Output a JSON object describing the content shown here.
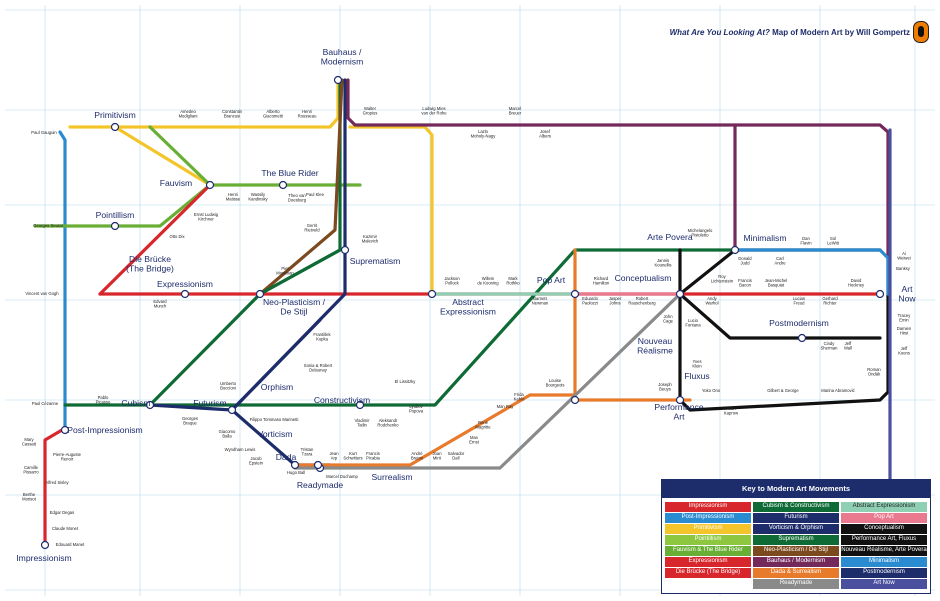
{
  "title": {
    "italic": "What Are You Looking At?",
    "rest": " Map of Modern Art by Will Gompertz"
  },
  "colors": {
    "impressionism": "#d7262c",
    "post_impressionism": "#2a8bd0",
    "primitivism": "#f4c52a",
    "pointillism": "#8dc63f",
    "fauvism": "#6aaf35",
    "expressionism": "#d7262c",
    "bruecke": "#d7262c",
    "cubism": "#0f6b35",
    "futurism": "#1d2c6b",
    "vorticism": "#1d2c6b",
    "suprematism": "#0f6b35",
    "neoplasticism": "#7b4a1e",
    "bauhaus": "#732a5a",
    "dada": "#e87a2c",
    "readymade": "#8a8a8a",
    "abstract_expressionism": "#8fcfb4",
    "pop_art": "#e8798f",
    "conceptualism": "#111111",
    "minimalism": "#2a8bd0",
    "postmodernism": "#1d2c6b",
    "art_now": "#4a4f9e"
  },
  "movements": [
    {
      "key": "bauhaus",
      "label": "Bauhaus /\nModernism"
    },
    {
      "key": "primitivism",
      "label": "Primitivism"
    },
    {
      "key": "blue_rider",
      "label": "The Blue Rider"
    },
    {
      "key": "fauvism",
      "label": "Fauvism"
    },
    {
      "key": "pointillism",
      "label": "Pointillism"
    },
    {
      "key": "bruecke",
      "label": "Die Brücke\n(The Bridge)"
    },
    {
      "key": "expressionism",
      "label": "Expressionism"
    },
    {
      "key": "neoplasticism",
      "label": "Neo-Plasticism /\nDe Stijl"
    },
    {
      "key": "suprematism",
      "label": "Suprematism"
    },
    {
      "key": "abstract_expressionism",
      "label": "Abstract\nExpressionism"
    },
    {
      "key": "pop_art",
      "label": "Pop Art"
    },
    {
      "key": "arte_povera",
      "label": "Arte Povera"
    },
    {
      "key": "minimalism",
      "label": "Minimalism"
    },
    {
      "key": "conceptualism",
      "label": "Conceptualism"
    },
    {
      "key": "art_now",
      "label": "Art\nNow"
    },
    {
      "key": "postmodernism",
      "label": "Postmodernism"
    },
    {
      "key": "nouveau_realisme",
      "label": "Nouveau\nRéalisme"
    },
    {
      "key": "fluxus",
      "label": "Fluxus"
    },
    {
      "key": "performance",
      "label": "Performance\nArt"
    },
    {
      "key": "orphism",
      "label": "Orphism"
    },
    {
      "key": "cubism",
      "label": "Cubism"
    },
    {
      "key": "futurism",
      "label": "Futurism"
    },
    {
      "key": "constructivism",
      "label": "Constructivism"
    },
    {
      "key": "vorticism",
      "label": "Vorticism"
    },
    {
      "key": "dada",
      "label": "Dada"
    },
    {
      "key": "readymade",
      "label": "Readymade"
    },
    {
      "key": "surrealism",
      "label": "Surrealism"
    },
    {
      "key": "post_impressionism",
      "label": "Post-Impressionism"
    },
    {
      "key": "impressionism",
      "label": "Impressionism"
    }
  ],
  "artists": [
    "Amedeo\nModigliani",
    "Constantin\nBrancusi",
    "Alberto\nGiacometti",
    "Henri\nRousseau",
    "Paul Gauguin",
    "Walter\nGropius",
    "Ludwig Mies\nvan der Rohe",
    "Marcel\nBreuer",
    "Lazlo\nMoholy-Nagy",
    "Josef\nAlbers",
    "Henri\nMatisse",
    "Wassily\nKandinsky",
    "Paul Klee",
    "Georges Seurat",
    "Ernst Ludwig\nKirchner",
    "Otto Dix",
    "Theo van\nDoesburg",
    "Gerrit\nRietveld",
    "Kazimir\nMalevich",
    "Piet\nMondrian",
    "Vincent van Gogh",
    "Edvard\nMunch",
    "Jackson\nPollock",
    "Willem\nde Kooning",
    "Mark\nRothko",
    "Barnett\nNewman",
    "Richard\nHamilton",
    "Eduardo\nPaolozzi",
    "Jasper\nJohns",
    "Robert\nRauschenberg",
    "Jannis\nKounellis",
    "Michelangelo\nPistoletto",
    "Donald\nJudd",
    "Carl\nAndre",
    "Dan\nFlavin",
    "Sol\nLeWitt",
    "Roy\nLichtenstein",
    "Andy\nWarhol",
    "Francis\nBacon",
    "Jean-Michel\nBasquiat",
    "Lucian\nFreud",
    "Gerhard\nRichter",
    "David\nHockney",
    "Ai\nWeiwei",
    "Banksy",
    "Tracey\nEmin",
    "Damien\nHirst",
    "Jeff\nKoons",
    "John\nCage",
    "Lucio\nFontana",
    "Yves\nKlein",
    "Joseph\nBeuys",
    "Cindy\nSherman",
    "Jeff\nWall",
    "Roman\nOndák",
    "Yoko Ono",
    "Allan\nKaprow",
    "Gilbert & George",
    "Marina Abramović",
    "Louise\nBourgeois",
    "Frida\nKahlo",
    "Man Ray",
    "René\nMagritte",
    "Max\nErnst",
    "Salvador\nDalí",
    "Joan\nMiró",
    "André\nBreton",
    "Jean\nArp",
    "Kurt\nSchwitters",
    "Francis\nPicabia",
    "Marcel Duchamp",
    "Tristan\nTzara",
    "Hugo Ball",
    "Vladimir\nTatlin",
    "Aleksandr\nRodchenko",
    "El Lissitzky",
    "Lyubov\nPopova",
    "František\nKupka",
    "Sonia & Robert\nDelaunay",
    "Umberto\nBoccioni",
    "Filippo Tommaso Marinetti",
    "Giacomo\nBalla",
    "Wyndham Lewis",
    "Jacob\nEpstein",
    "Pablo\nPicasso",
    "Georges\nBraque",
    "Paul Cézanne",
    "Mary\nCassatt",
    "Pierre-Auguste\nRenoir",
    "Camille\nPissarro",
    "Alfred Sisley",
    "Berthe\nMorisot",
    "Edgar Degas",
    "Claude Monet",
    "Edouard Manet"
  ],
  "key": {
    "title": "Key to Modern Art Movements",
    "items": [
      {
        "label": "Impressionism",
        "color": "#d7262c"
      },
      {
        "label": "Cubism & Constructivism",
        "color": "#0f6b35"
      },
      {
        "label": "Abstract Expressionism",
        "color": "#8fcfb4"
      },
      {
        "label": "Post-Impressionism",
        "color": "#2a8bd0"
      },
      {
        "label": "Futurism",
        "color": "#1d2c6b"
      },
      {
        "label": "Pop Art",
        "color": "#e8798f"
      },
      {
        "label": "Primitivism",
        "color": "#f4c52a"
      },
      {
        "label": "Vorticism & Orphism",
        "color": "#1d2c6b"
      },
      {
        "label": "Conceptualism",
        "color": "#111111"
      },
      {
        "label": "Pointillism",
        "color": "#8dc63f"
      },
      {
        "label": "Suprematism",
        "color": "#0f6b35"
      },
      {
        "label": "Performance Art, Fluxus",
        "color": "#111111"
      },
      {
        "label": "Fauvism & The Blue Rider",
        "color": "#6aaf35"
      },
      {
        "label": "Neo-Plasticism / De Stijl",
        "color": "#7b4a1e"
      },
      {
        "label": "Nouveau Réalisme, Arte Povera",
        "color": "#111111"
      },
      {
        "label": "Expressionism",
        "color": "#d7262c"
      },
      {
        "label": "Bauhaus / Modernism",
        "color": "#732a5a"
      },
      {
        "label": "Minimalism",
        "color": "#2a8bd0"
      },
      {
        "label": "Die Brücke (The Bridge)",
        "color": "#d7262c"
      },
      {
        "label": "Dada & Surrealism",
        "color": "#e87a2c"
      },
      {
        "label": "Postmodernism",
        "color": "#1d2c6b"
      },
      {
        "label": "",
        "color": ""
      },
      {
        "label": "Readymade",
        "color": "#8a8a8a"
      },
      {
        "label": "Art Now",
        "color": "#4a4f9e"
      }
    ]
  }
}
